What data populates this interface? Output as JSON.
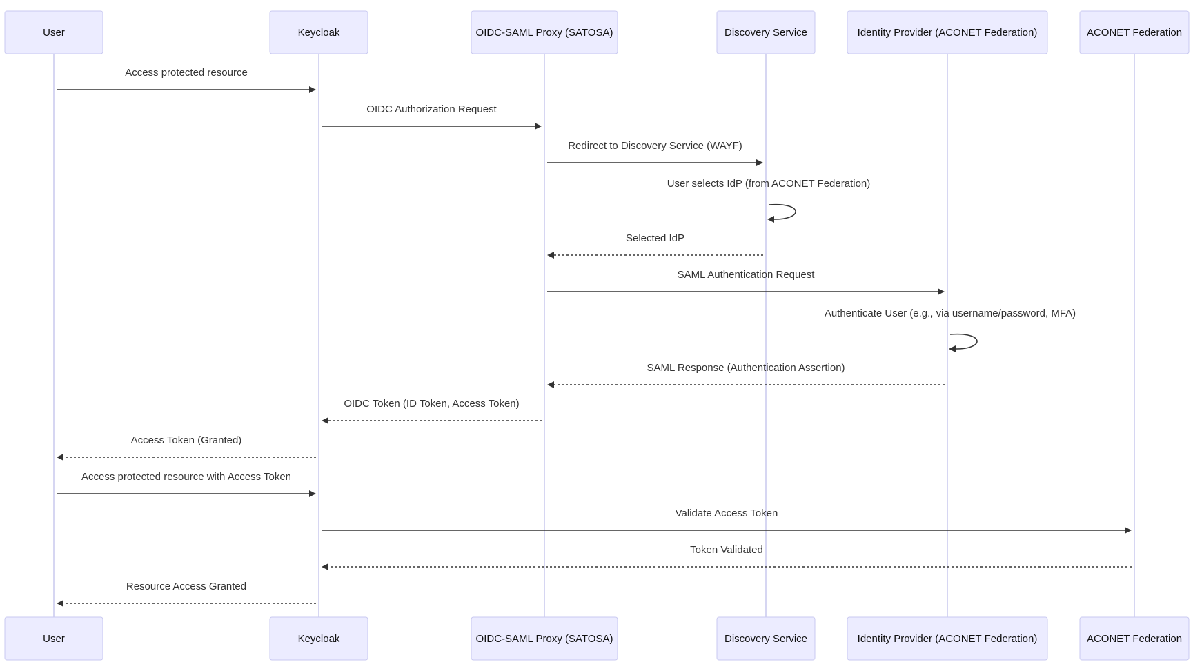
{
  "participants": [
    {
      "id": "user",
      "label": "User"
    },
    {
      "id": "keycloak",
      "label": "Keycloak"
    },
    {
      "id": "proxy",
      "label": "OIDC-SAML Proxy (SATOSA)"
    },
    {
      "id": "discovery",
      "label": "Discovery Service"
    },
    {
      "id": "idp",
      "label": "Identity Provider (ACONET Federation)"
    },
    {
      "id": "aconet",
      "label": "ACONET Federation"
    }
  ],
  "messages": [
    {
      "from": "user",
      "to": "keycloak",
      "label": "Access protected resource",
      "style": "solid"
    },
    {
      "from": "keycloak",
      "to": "proxy",
      "label": "OIDC Authorization Request",
      "style": "solid"
    },
    {
      "from": "proxy",
      "to": "discovery",
      "label": "Redirect to Discovery Service (WAYF)",
      "style": "solid"
    },
    {
      "from": "discovery",
      "to": "discovery",
      "label": "User selects IdP (from ACONET Federation)",
      "style": "solid"
    },
    {
      "from": "discovery",
      "to": "proxy",
      "label": "Selected IdP",
      "style": "dashed"
    },
    {
      "from": "proxy",
      "to": "idp",
      "label": "SAML Authentication Request",
      "style": "solid"
    },
    {
      "from": "idp",
      "to": "idp",
      "label": "Authenticate User (e.g., via username/password, MFA)",
      "style": "solid"
    },
    {
      "from": "idp",
      "to": "proxy",
      "label": "SAML Response (Authentication Assertion)",
      "style": "dashed"
    },
    {
      "from": "proxy",
      "to": "keycloak",
      "label": "OIDC Token (ID Token, Access Token)",
      "style": "dashed"
    },
    {
      "from": "keycloak",
      "to": "user",
      "label": "Access Token (Granted)",
      "style": "dashed"
    },
    {
      "from": "user",
      "to": "keycloak",
      "label": "Access protected resource with Access Token",
      "style": "solid"
    },
    {
      "from": "keycloak",
      "to": "aconet",
      "label": "Validate Access Token",
      "style": "solid"
    },
    {
      "from": "aconet",
      "to": "keycloak",
      "label": "Token Validated",
      "style": "dashed"
    },
    {
      "from": "keycloak",
      "to": "user",
      "label": "Resource Access Granted",
      "style": "dashed"
    }
  ]
}
